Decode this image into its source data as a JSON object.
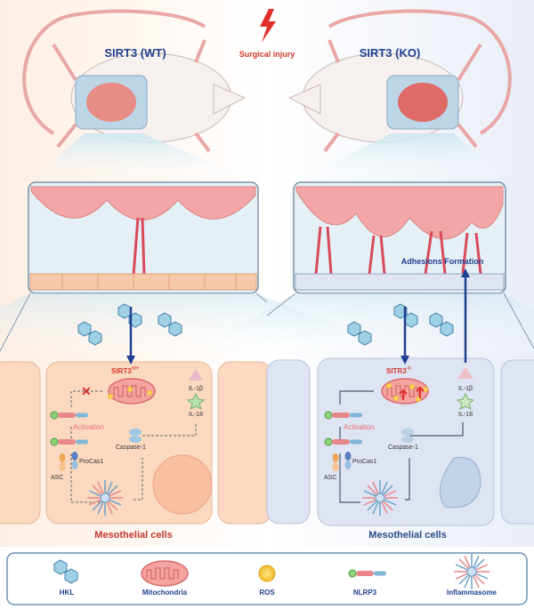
{
  "top": {
    "left_title": "SIRT3 (WT)",
    "right_title": "SIRT3 (KO)",
    "injury_label": "Surgical injury",
    "adhesion_label": "Adhesions Formation"
  },
  "left_cell": {
    "sirt_label": "SIRT3",
    "sirt_sup": "+/+",
    "activation": "Activation",
    "procas": "ProCas1",
    "asc": "ASC",
    "caspase": "Caspase-1",
    "il1b": "IL-1β",
    "il18": "IL-18",
    "caption": "Mesothelial cells"
  },
  "right_cell": {
    "sirt_label": "SITR3",
    "sirt_sup": "-/-",
    "activation": "Activation",
    "procas": "ProCas1",
    "asc": "ASC",
    "caspase": "Caspase-1",
    "il1b": "IL-1β",
    "il18": "IL-18",
    "caption": "Mesothelial cells"
  },
  "legend": {
    "items": [
      {
        "icon": "hkl-icon",
        "label": "HKL"
      },
      {
        "icon": "mitochondria-icon",
        "label": "Mitochondria"
      },
      {
        "icon": "ros-icon",
        "label": "ROS"
      },
      {
        "icon": "nlrp3-icon",
        "label": "NLRP3"
      },
      {
        "icon": "inflammasome-icon",
        "label": "Inflammasome"
      }
    ]
  },
  "colors": {
    "blue": "#1f3f8f",
    "red": "#d2362a",
    "pink": "#e8868a",
    "cell_wt": "#fbd9c0",
    "cell_ko": "#dfe4f2"
  }
}
